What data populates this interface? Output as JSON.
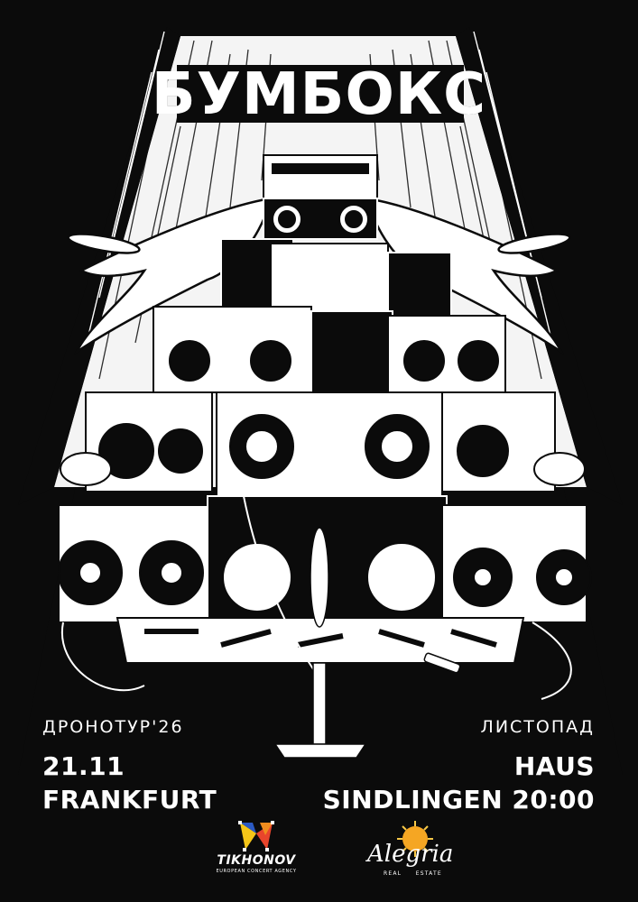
{
  "poster": {
    "title": "БУМБОКС",
    "background_color": "#0b0b0b",
    "foreground_color": "#ffffff",
    "illustration": {
      "description": "Stack of black-and-white boombox cassette players under a spotlight with drone propellers and a graffiti band-name banner",
      "icons": [
        "spotlight-beam",
        "boombox-stack",
        "drone-arms",
        "graffiti-banner",
        "microphone",
        "drone-tail"
      ]
    },
    "left_block": {
      "tour": "ДРОНОТУР'26",
      "date": "21.11",
      "city": "FRANKFURT"
    },
    "right_block": {
      "month": "ЛИСТОПАД",
      "venue_line1": "HAUS",
      "venue_line2": "SINDLINGEN 20:00"
    },
    "sponsors": [
      {
        "name": "TIKHONOV",
        "tagline": "EUROPEAN CONCERT AGENCY",
        "colors": [
          "#f5c518",
          "#2b59c3",
          "#e8452c",
          "#f08c1e"
        ]
      },
      {
        "name": "Alegria",
        "tagline_left": "REAL",
        "tagline_right": "ESTATE",
        "colors": [
          "#f5a623",
          "#f7c948"
        ]
      }
    ]
  }
}
